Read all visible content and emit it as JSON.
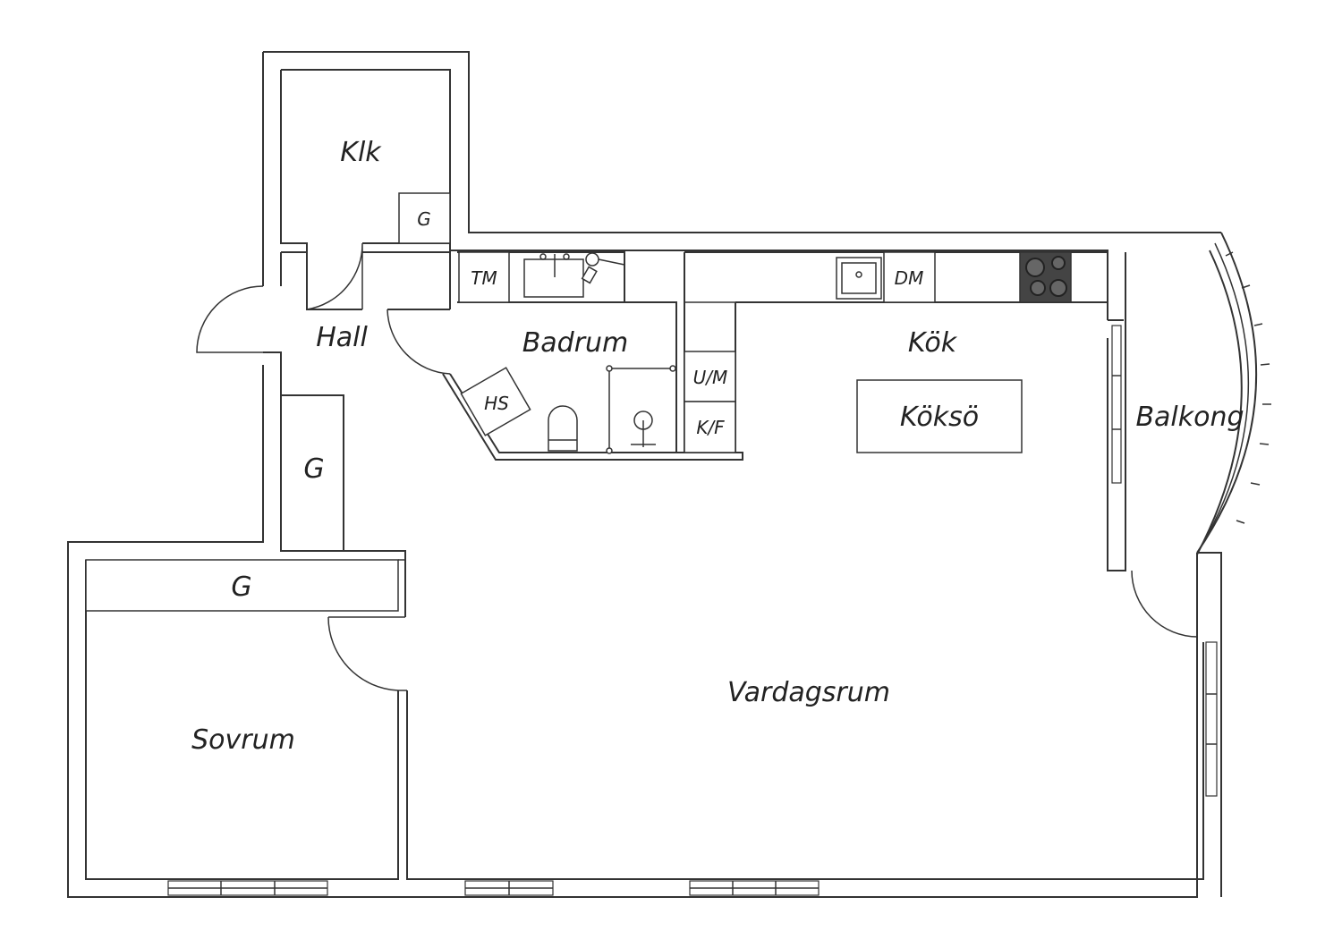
{
  "rooms": {
    "klk": "Klk",
    "hall": "Hall",
    "badrum": "Badrum",
    "kok": "Kök",
    "koksoe": "Köksö",
    "balkong": "Balkong",
    "vardagsrum": "Vardagsrum",
    "sovrum": "Sovrum"
  },
  "fixtures": {
    "g_klk": "G",
    "g_hall": "G",
    "g_sovrum": "G",
    "tm": "TM",
    "hs": "HS",
    "dm": "DM",
    "um": "U/M",
    "kf": "K/F"
  }
}
